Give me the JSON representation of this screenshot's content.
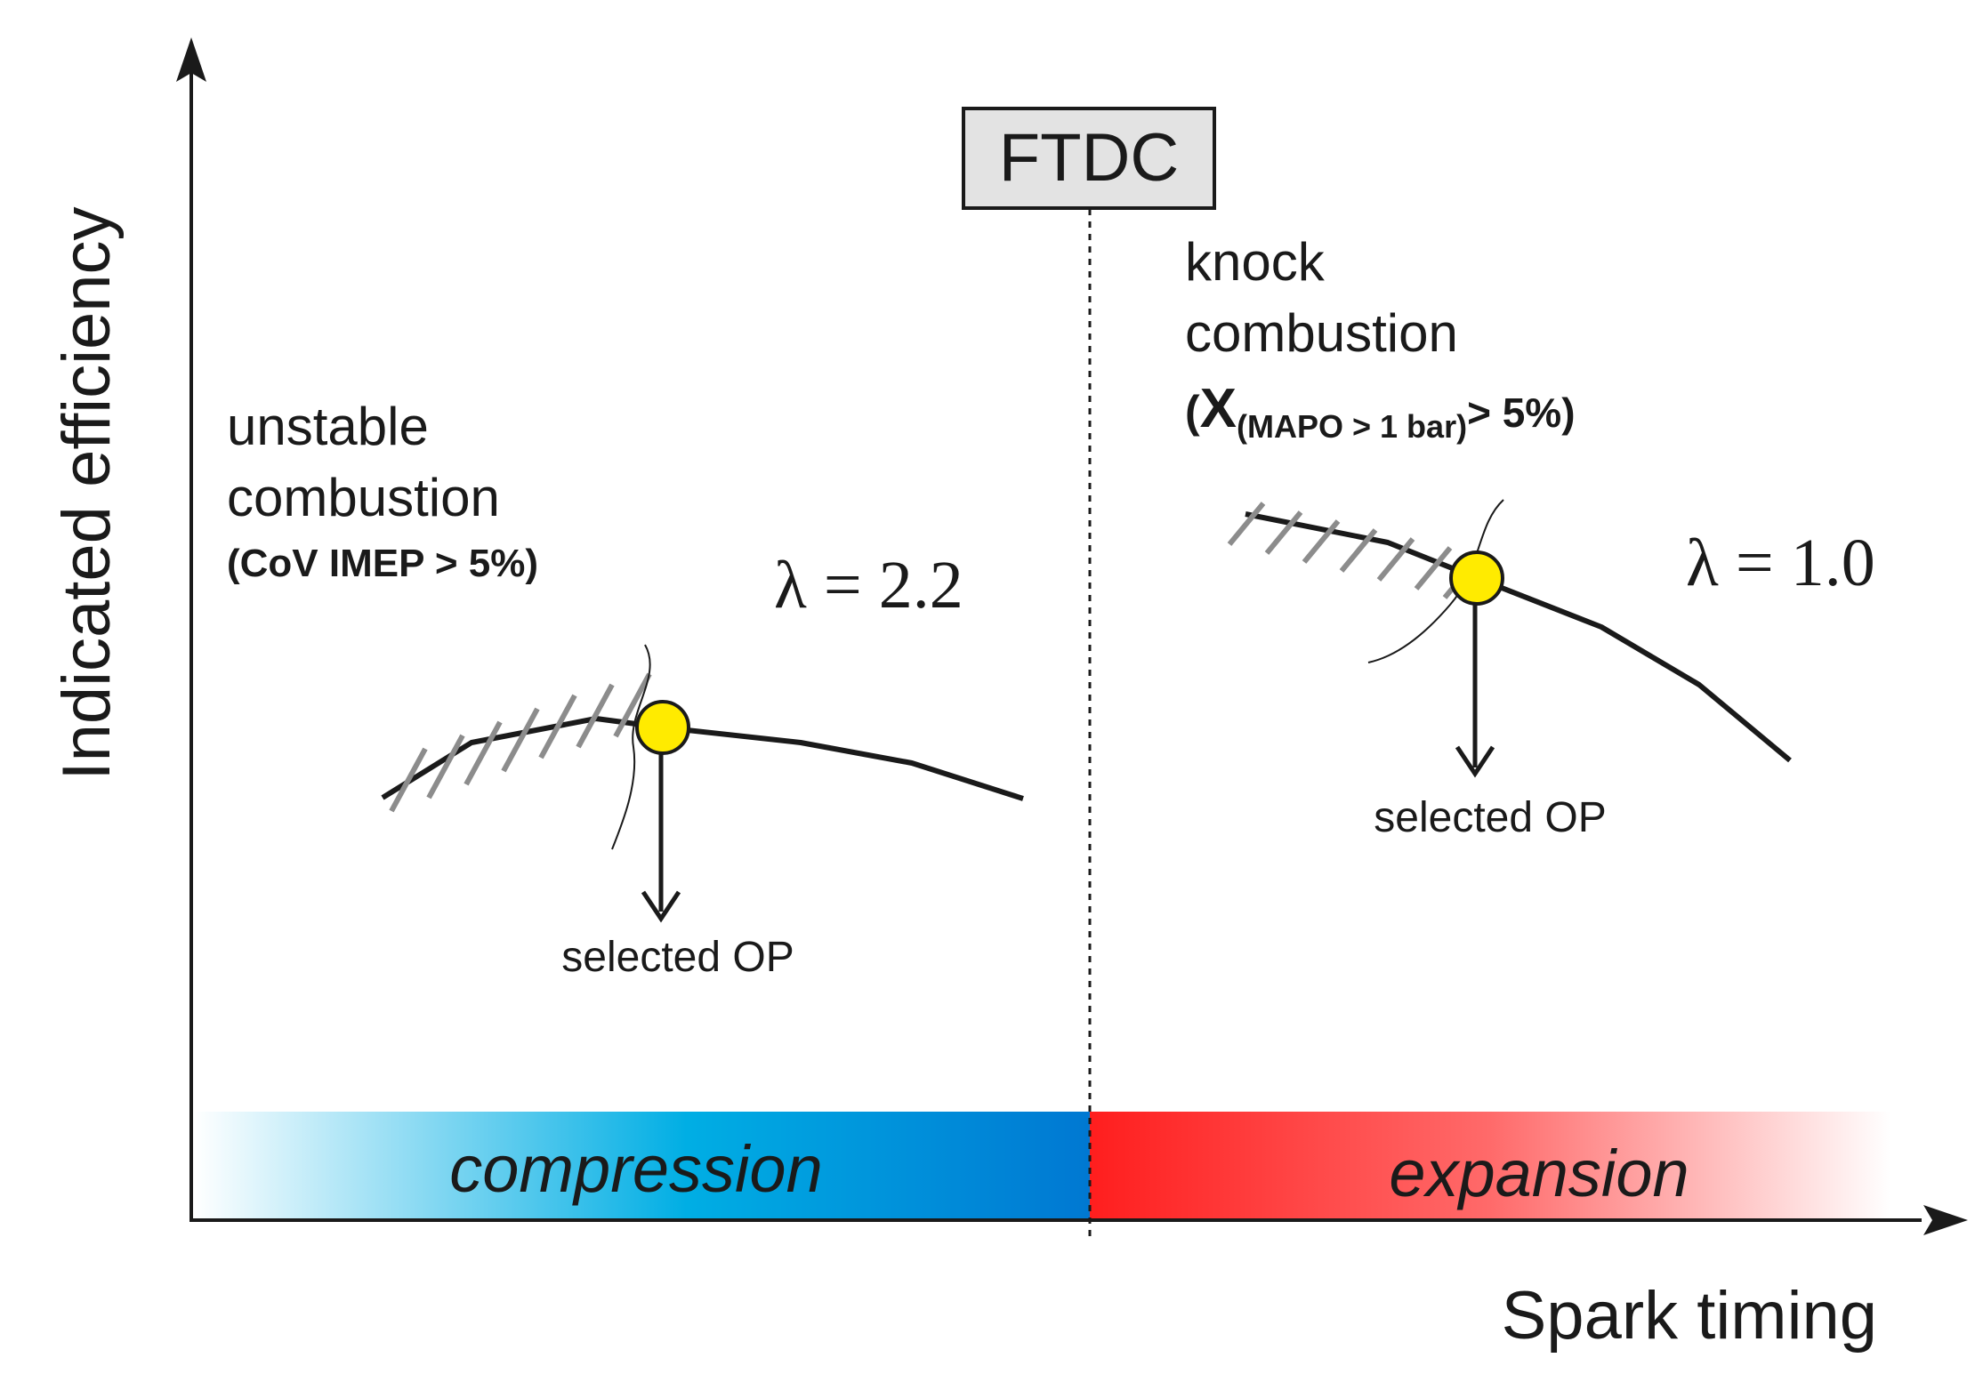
{
  "axes": {
    "y_label": "Indicated efficiency",
    "x_label": "Spark timing"
  },
  "ftdc_label": "FTDC",
  "regions": {
    "compression": {
      "label": "compression",
      "color_light": "#ffffff",
      "color_dark": "#0078d2",
      "color_mid": "#00aee4"
    },
    "expansion": {
      "label": "expansion",
      "color_light": "#ffffff",
      "color_dark": "#ff1e1e"
    }
  },
  "left_panel": {
    "title_line1": "unstable",
    "title_line2": "combustion",
    "criterion": "(CoV IMEP > 5%)",
    "lambda": "λ = 2.2",
    "selected_label": "selected OP"
  },
  "right_panel": {
    "title_line1": "knock",
    "title_line2": "combustion",
    "criterion_open": "(",
    "criterion_var": "X",
    "criterion_sub": "(MAPO > 1 bar)",
    "criterion_rest": "> 5%)",
    "lambda": "λ = 1.0",
    "selected_label": "selected OP"
  },
  "colors": {
    "marker_fill": "#ffeb00",
    "hatch": "#8c8c8c",
    "curve": "#1a1a1a",
    "ftdc_box": "#e3e3e3"
  }
}
